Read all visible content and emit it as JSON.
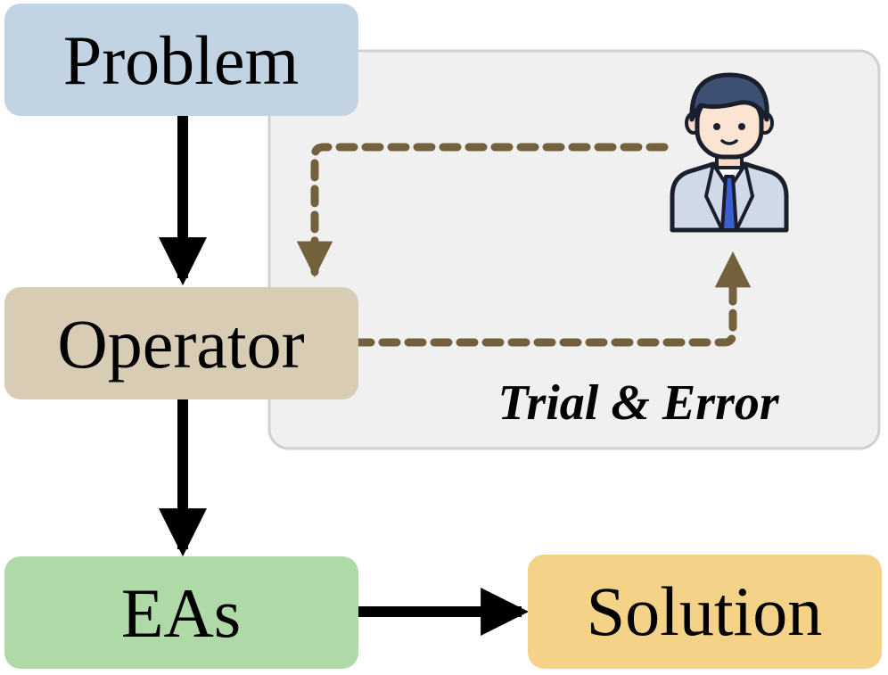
{
  "nodes": {
    "problem": {
      "label": "Problem",
      "color": "#c2d3e3"
    },
    "operator": {
      "label": "Operator",
      "color": "#d9ccb4"
    },
    "eas": {
      "label": "EAs",
      "color": "#afd9a6"
    },
    "solution": {
      "label": "Solution",
      "color": "#f4d389"
    }
  },
  "trial_panel": {
    "label": "Trial & Error",
    "background": "#f0f0f0",
    "border": "#d0d0d0"
  },
  "colors": {
    "solid_arrow": "#000000",
    "dashed_arrow": "#73603c"
  },
  "icons": {
    "person": "person-business-icon"
  }
}
